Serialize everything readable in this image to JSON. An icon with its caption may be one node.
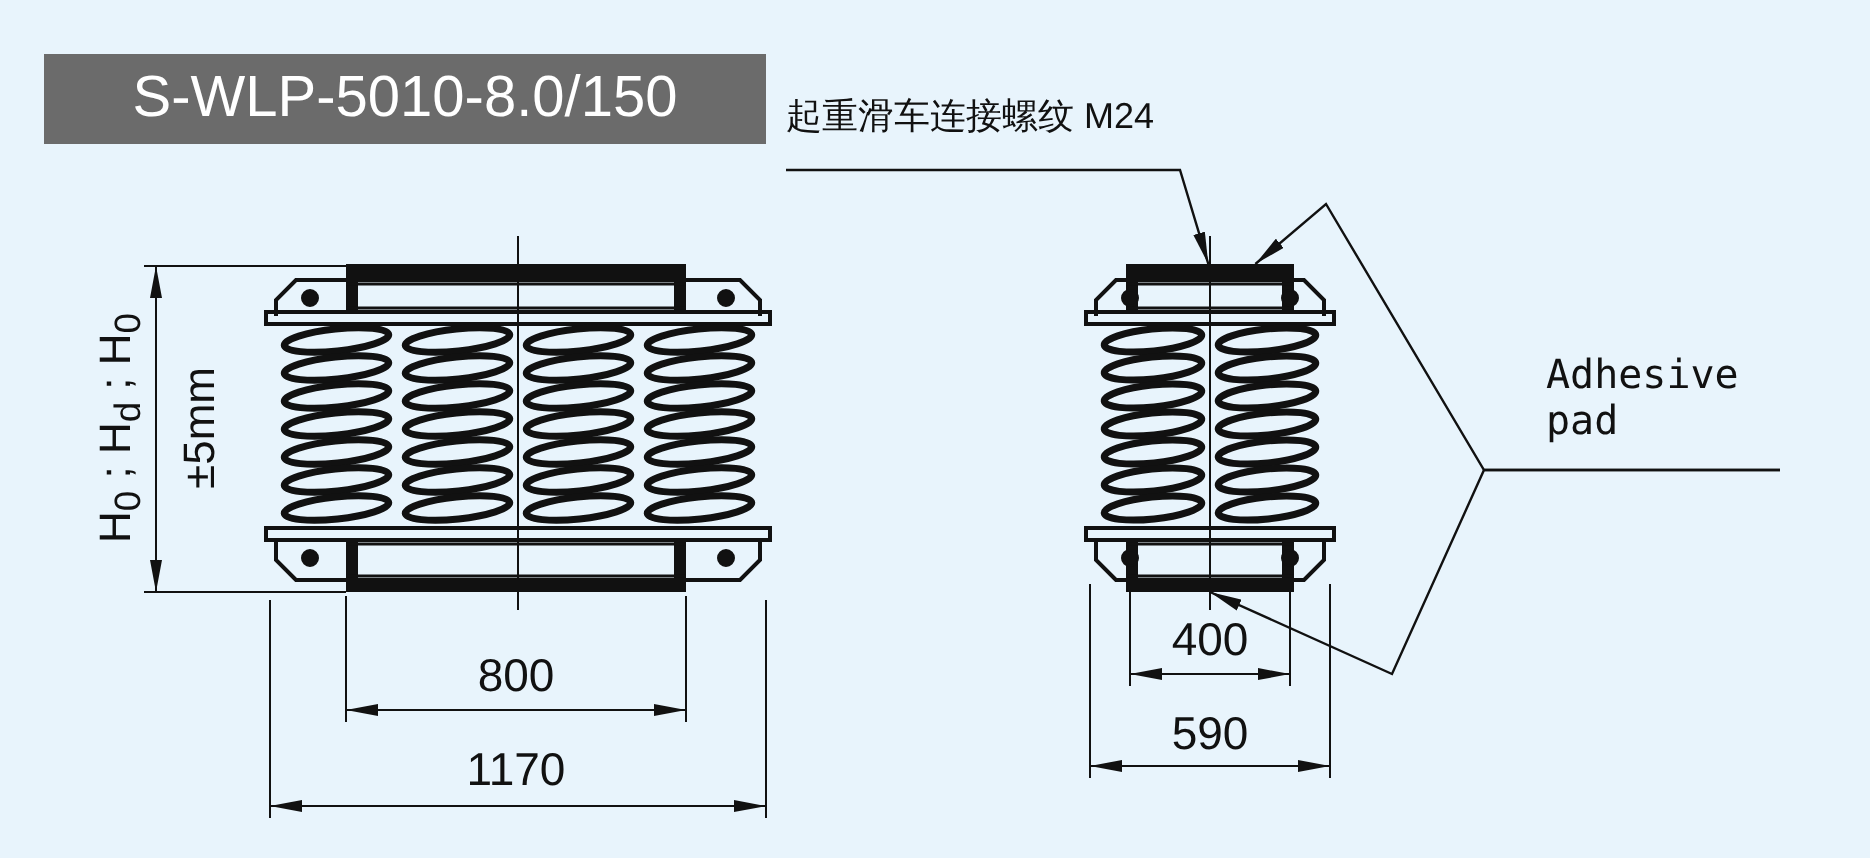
{
  "diagram": {
    "title": "S-WLP-5010-8.0/150",
    "nodes": [
      {
        "text": [
          "起重滑车连接螺纹 M24"
        ]
      },
      {
        "text": [
          "Adhesive pad"
        ]
      },
      {
        "text": [],
        "shape": "bar"
      },
      {
        "text": [],
        "shape": "bar"
      }
    ],
    "edges": [
      {
        "from": 0,
        "to": 2,
        "arrow": "to"
      },
      {
        "from": 1,
        "to": 2,
        "arrow": "to"
      },
      {
        "from": 1,
        "to": 3,
        "arrow": "to"
      }
    ],
    "labels": [
      "H$_{0}$ ; H$_{d}$ ; H$_{0}$",
      "±5mm",
      "800",
      "1170",
      "400",
      "590"
    ]
  }
}
